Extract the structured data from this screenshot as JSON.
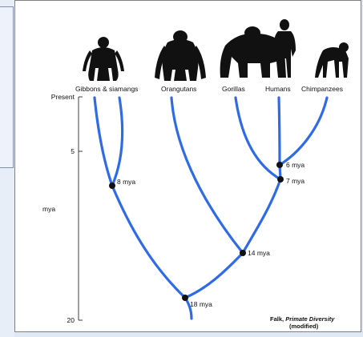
{
  "taxa": [
    {
      "label": "Gibbons & siamangs",
      "silhouette": "gibbon-silhouette-icon"
    },
    {
      "label": "Orangutans",
      "silhouette": "orangutan-silhouette-icon"
    },
    {
      "label": "Gorillas",
      "silhouette": "gorilla-silhouette-icon"
    },
    {
      "label": "Humans",
      "silhouette": "human-silhouette-icon"
    },
    {
      "label": "Chimpanzees",
      "silhouette": "chimpanzee-silhouette-icon"
    }
  ],
  "axis": {
    "unit_label": "mya",
    "ticks": [
      "Present",
      "5",
      "20"
    ]
  },
  "divergences": [
    {
      "label": "8 mya",
      "value": 8
    },
    {
      "label": "18 mya",
      "value": 18
    },
    {
      "label": "14 mya",
      "value": 14
    },
    {
      "label": "7 mya",
      "value": 7
    },
    {
      "label": "6 mya",
      "value": 6
    }
  ],
  "citation": {
    "author": "Falk, ",
    "title": "Primate Diversity",
    "note": "(modified)"
  },
  "colors": {
    "branch": "#2f6be8",
    "node": "#111111",
    "silhouette": "#111111"
  }
}
